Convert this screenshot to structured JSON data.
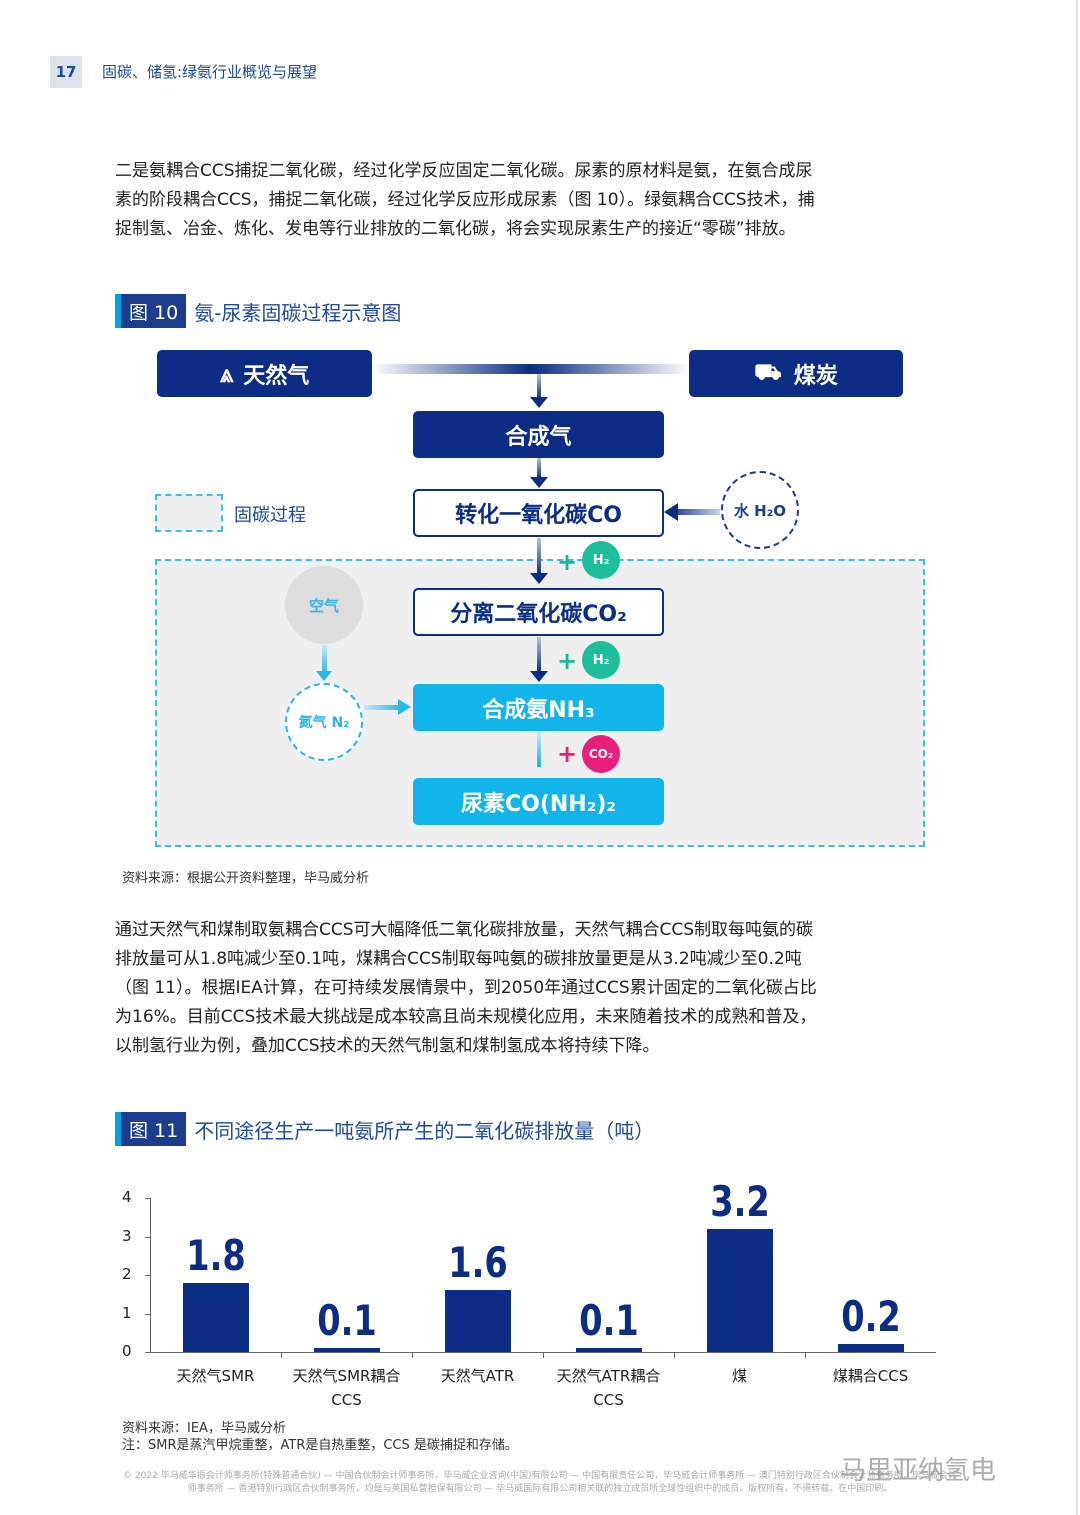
{
  "header": {
    "page": "17",
    "title": "固碳、储氢:绿氨行业概览与展望"
  },
  "para1": "二是氨耦合CCS捕捉二氧化碳，经过化学反应固定二氧化碳。尿素的原材料是氨，在氨合成尿素的阶段耦合CCS，捕捉二氧化碳，经过化学反应形成尿素（图 10）。绿氨耦合CCS技术，捕捉制氢、冶金、炼化、发电等行业排放的二氧化碳，将会实现尿素生产的接近“零碳”排放。",
  "fig10": {
    "num": "图 10",
    "title": "氨-尿素固碳过程示意图",
    "natural_gas": "天然气",
    "coal": "煤炭",
    "syngas": "合成气",
    "co_shift": "转化一氧化碳CO",
    "water": "水 H₂O",
    "legend": "固碳过程",
    "air": "空气",
    "nitrogen": "氮气 N₂",
    "co2_sep": "分离二氧化碳CO₂",
    "h2": "H₂",
    "ammonia": "合成氨NH₃",
    "co2": "CO₂",
    "urea": "尿素CO(NH₂)₂",
    "source": "资料来源：根据公开资料整理，毕马威分析"
  },
  "para2": "通过天然气和煤制取氨耦合CCS可大幅降低二氧化碳排放量，天然气耦合CCS制取每吨氨的碳排放量可从1.8吨减少至0.1吨，煤耦合CCS制取每吨氨的碳排放量更是从3.2吨减少至0.2吨（图 11）。根据IEA计算，在可持续发展情景中，到2050年通过CCS累计固定的二氧化碳占比为16%。目前CCS技术最大挑战是成本较高且尚未规模化应用，未来随着技术的成熟和普及，以制氢行业为例，叠加CCS技术的天然气制氢和煤制氢成本将持续下降。",
  "fig11": {
    "num": "图 11",
    "title": "不同途径生产一吨氨所产生的二氧化碳排放量（吨）",
    "source": "资料来源：IEA，毕马威分析",
    "note": "注：SMR是蒸汽甲烷重整，ATR是自热重整，CCS 是碳捕捉和存储。"
  },
  "chart_data": {
    "type": "bar",
    "title": "不同途径生产一吨氨所产生的二氧化碳排放量（吨）",
    "categories": [
      "天然气SMR",
      "天然气SMR耦合CCS",
      "天然气ATR",
      "天然气ATR耦合CCS",
      "煤",
      "煤耦合CCS"
    ],
    "values": [
      1.8,
      0.1,
      1.6,
      0.1,
      3.2,
      0.2
    ],
    "labels": [
      "1.8",
      "0.1",
      "1.6",
      "0.1",
      "3.2",
      "0.2"
    ],
    "ylim": [
      0,
      4
    ],
    "yticks": [
      "0",
      "1",
      "2",
      "3",
      "4"
    ],
    "color": "#0c2d83"
  },
  "footer": "© 2022 毕马威华振会计师事务所(特殊普通合伙) — 中国合伙制会计师事务所，毕马威企业咨询(中国)有限公司 — 中国有限责任公司，毕马威会计师事务所 — 澳门特别行政区合伙制会计师事务所，毕马威会计师事务所 — 香港特别行政区合伙制事务所，均是与英国私营担保有限公司 — 毕马威国际有限公司相关联的独立成员所全球性组织中的成员。版权所有，不得转载。在中国印刷。",
  "watermark": "马里亚纳氢电"
}
